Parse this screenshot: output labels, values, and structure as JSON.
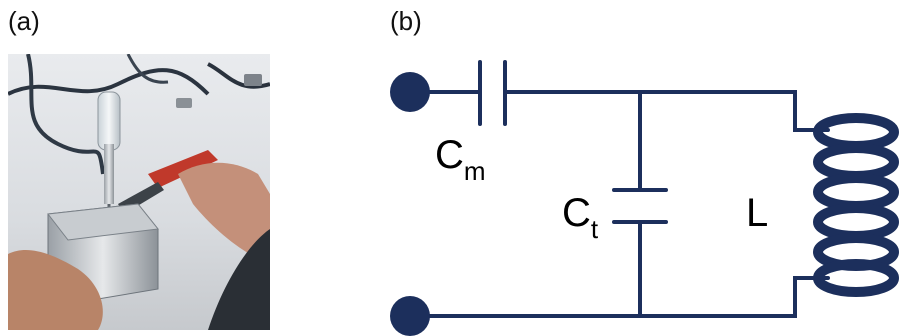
{
  "panels": {
    "a": {
      "label": "(a)"
    },
    "b": {
      "label": "(b)"
    }
  },
  "circuit": {
    "cm": {
      "main": "C",
      "sub": "m"
    },
    "ct": {
      "main": "C",
      "sub": "t"
    },
    "l": {
      "main": "L"
    }
  },
  "colors": {
    "wire": "#1c2f5c",
    "terminal": "#1c2f5c"
  }
}
